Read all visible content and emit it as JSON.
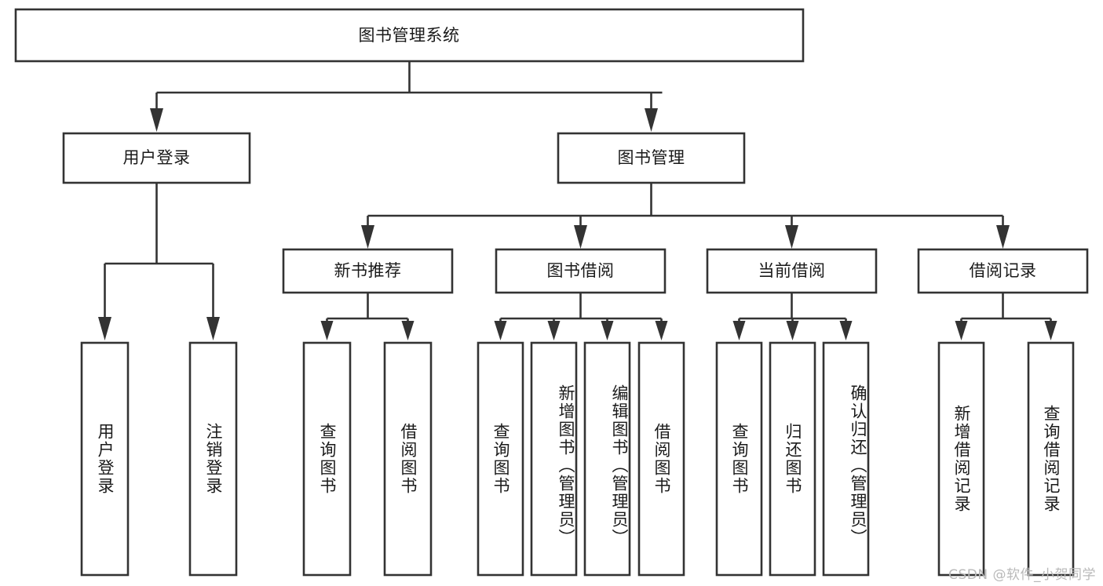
{
  "diagram": {
    "title": "图书管理系统",
    "type": "tree-hierarchy",
    "root": {
      "label": "图书管理系统"
    },
    "level2": [
      {
        "label": "用户登录"
      },
      {
        "label": "图书管理"
      }
    ],
    "level3": [
      {
        "label": "新书推荐"
      },
      {
        "label": "图书借阅"
      },
      {
        "label": "当前借阅"
      },
      {
        "label": "借阅记录"
      }
    ],
    "leaves": {
      "user_login": [
        {
          "label": "用户登录"
        },
        {
          "label": "注销登录"
        }
      ],
      "new_book_recommend": [
        {
          "label": "查询图书"
        },
        {
          "label": "借阅图书"
        }
      ],
      "book_borrow": [
        {
          "label": "查询图书"
        },
        {
          "label": "新增图书（管理员）"
        },
        {
          "label": "编辑图书（管理员）"
        },
        {
          "label": "借阅图书"
        }
      ],
      "current_borrow": [
        {
          "label": "查询图书"
        },
        {
          "label": "归还图书"
        },
        {
          "label": "确认归还（管理员）"
        }
      ],
      "borrow_record": [
        {
          "label": "新增借阅记录"
        },
        {
          "label": "查询借阅记录"
        }
      ]
    }
  },
  "watermark": {
    "text": "CSDN @软件_小贺同学"
  },
  "colors": {
    "box_stroke": "#333333",
    "box_fill": "#ffffff",
    "text": "#1a1a1a",
    "watermark": "#b9b9b9",
    "background": "#ffffff"
  }
}
